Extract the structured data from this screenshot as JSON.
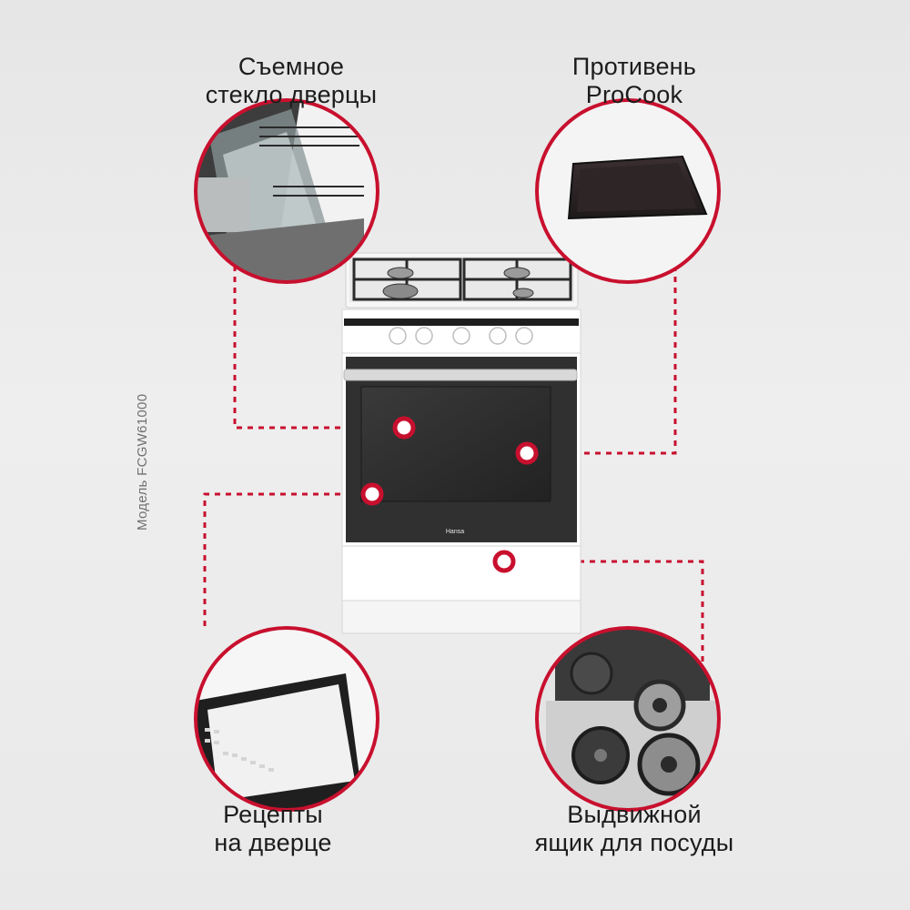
{
  "model_label": "Модель FCGW61000",
  "brand_logo": "Hansa",
  "features": [
    {
      "lines": [
        "Съемное",
        "стекло дверцы"
      ]
    },
    {
      "lines": [
        "Противень",
        "ProCook"
      ]
    },
    {
      "lines": [
        "Рецепты",
        "на дверце"
      ]
    },
    {
      "lines": [
        "Выдвижной",
        "ящик для посуды"
      ]
    }
  ],
  "colors": {
    "accent": "#c8102e",
    "background": "#ebebeb",
    "text": "#1c1c1c",
    "stove_body": "#ffffff",
    "oven_window": "#2f2f2f"
  }
}
